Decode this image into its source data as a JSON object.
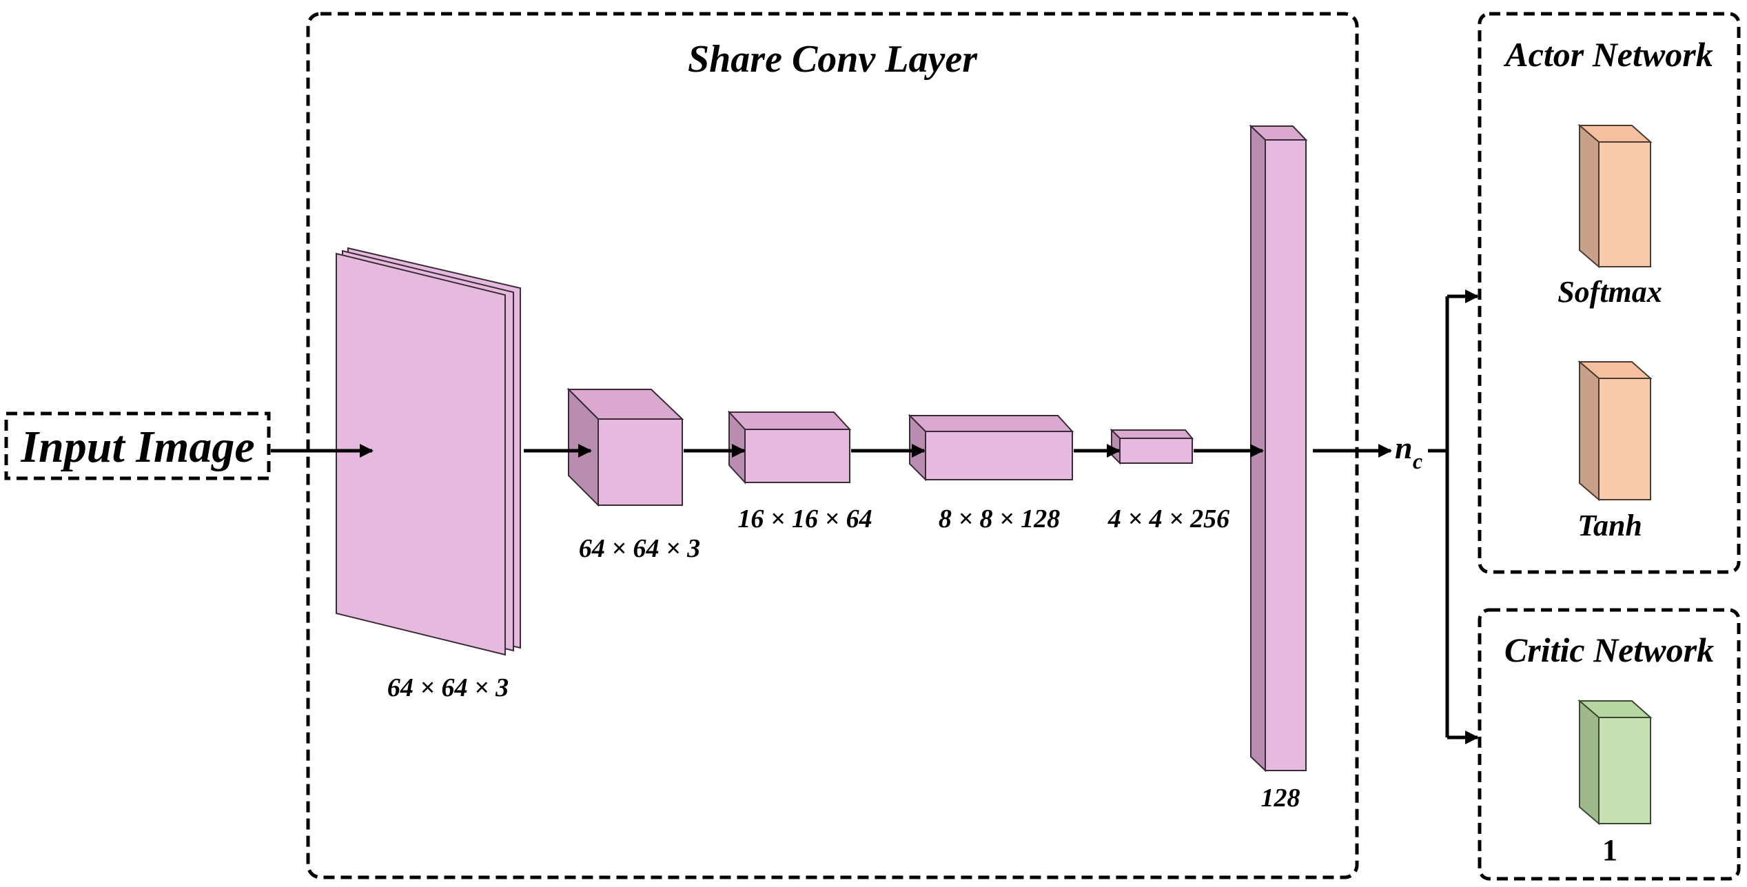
{
  "input": {
    "label": "Input Image"
  },
  "share": {
    "title": "Share Conv Layer",
    "dims": [
      "64 × 64 × 3",
      "64 × 64 × 3",
      "16 × 16 × 64",
      "8 × 8 × 128",
      "4 × 4 × 256",
      "128"
    ]
  },
  "output_symbol": {
    "base": "n",
    "sub": "c"
  },
  "actor": {
    "title": "Actor Network",
    "heads": [
      "Softmax",
      "Tanh"
    ]
  },
  "critic": {
    "title": "Critic Network",
    "head": "1"
  },
  "colors": {
    "conv_front": "#e6b9de",
    "conv_side": "#b88db0",
    "actor_front": "#f8cbad",
    "actor_side": "#c9a08a",
    "critic_front": "#c6e0b4",
    "critic_side": "#9fb98c"
  }
}
